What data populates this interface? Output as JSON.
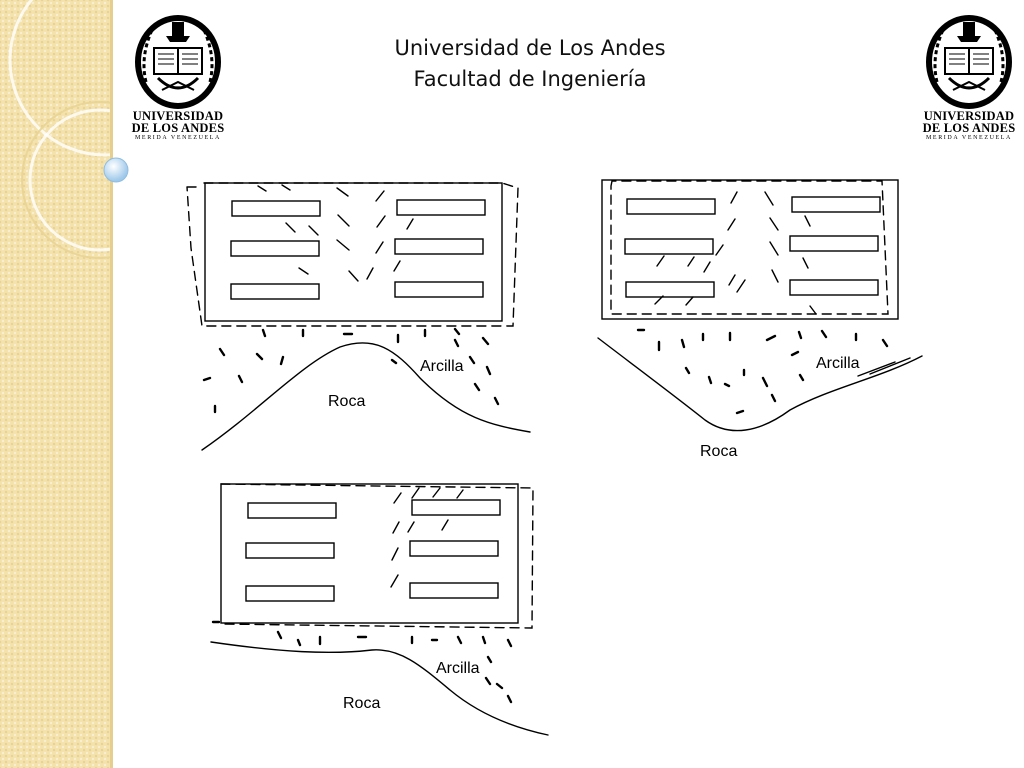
{
  "header": {
    "line1": "Universidad de Los Andes",
    "line2": "Facultad de Ingeniería"
  },
  "logo": {
    "word1": "UNIVERSIDAD",
    "word2": "DE LOS ANDES",
    "place": "MERIDA VENEZUELA",
    "icon": "ula-seal-icon"
  },
  "diagrams": [
    {
      "clay_label": "Arcilla",
      "rock_label": "Roca"
    },
    {
      "clay_label": "Arcilla",
      "rock_label": "Roca"
    },
    {
      "clay_label": "Arcilla",
      "rock_label": "Roca"
    }
  ],
  "colors": {
    "strip": "#f3e2ab",
    "bead": "#cfe6f7",
    "ink": "#000000"
  }
}
